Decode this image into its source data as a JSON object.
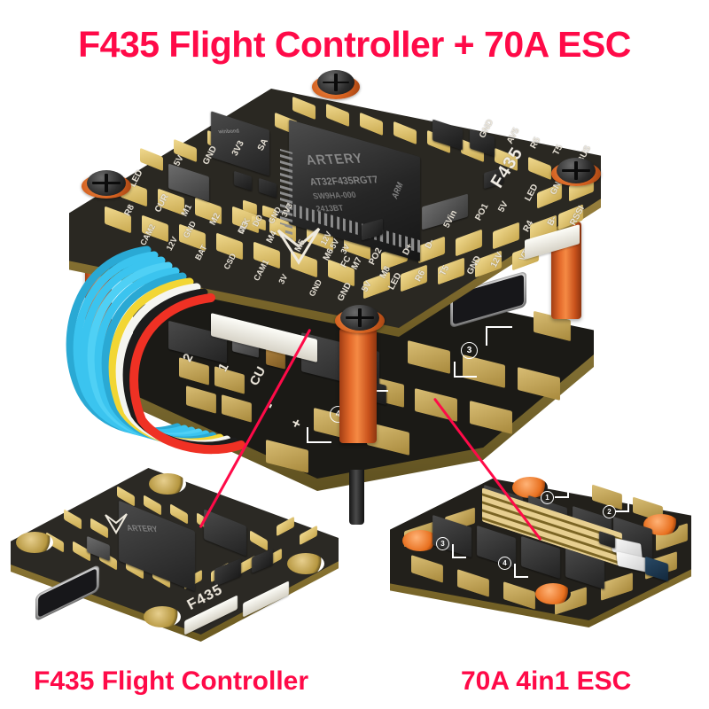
{
  "headings": {
    "main_title": "F435 Flight Controller + 70A ESC",
    "caption_fc": "F435 Flight Controller",
    "caption_esc": "70A 4in1 ESC"
  },
  "colors": {
    "title_pink": "#ff0a48",
    "pcb_black": "#26241f",
    "pad_gold": "#e3c97d",
    "standoff_orange": "#e3692a",
    "mcu_black": "#2b2b2b",
    "background": "#ffffff"
  },
  "flight_controller": {
    "silk_brand": "F435",
    "mcu": {
      "vendor_mark": "ARTERY",
      "part_number": "AT32F435RGT7",
      "line3": "SW9HA-000",
      "line4": "2413BT",
      "arch_mark": "ARM"
    },
    "pad_labels_top_left": [
      "LED",
      "5V",
      "GND",
      "3V3",
      "SA"
    ],
    "pad_labels_left": [
      "R8",
      "CUR",
      "M1",
      "M2",
      "M3",
      "M4",
      "M5",
      "M6",
      "M7",
      "M8"
    ],
    "pad_labels_left_inner": [
      "CAM2",
      "12V",
      "BAT",
      "GND",
      "CSD",
      "CAM1",
      "3V",
      "GND"
    ],
    "pad_labels_sd": [
      "CLK",
      "DO",
      "GND",
      "3V3"
    ],
    "pad_labels_bottom": [
      "FC",
      "PO2",
      "D+",
      "D-",
      "GND",
      "5V",
      "LED",
      "R6",
      "T5",
      "GND",
      "12V",
      "VTX",
      "T4"
    ],
    "pad_labels_bottom_inner": [
      "12V",
      "5V",
      "3V",
      "GND",
      "5V"
    ],
    "pad_labels_right": [
      "GND",
      "AV5",
      "R5",
      "T5",
      "SBUS",
      "LED",
      "GND",
      "5Vin",
      "PO1",
      "5V",
      "R4",
      "B-",
      "RSSI"
    ],
    "connector": "USB-C"
  },
  "esc": {
    "current_rating": "70A",
    "channels": "4in1",
    "pad_labels": [
      "2",
      "1",
      "CU",
      "-",
      "+"
    ],
    "motor_badges": [
      "1",
      "2",
      "3",
      "4"
    ],
    "mosfet_count": 8
  },
  "wire_bundle": {
    "colors": [
      "#3bc4ef",
      "#3bc4ef",
      "#3bc4ef",
      "#3bc4ef",
      "#3bc4ef",
      "#3bc4ef",
      "#f2d634",
      "#f5f5f0",
      "#1c1c1c",
      "#ef3124"
    ],
    "count": 10
  }
}
